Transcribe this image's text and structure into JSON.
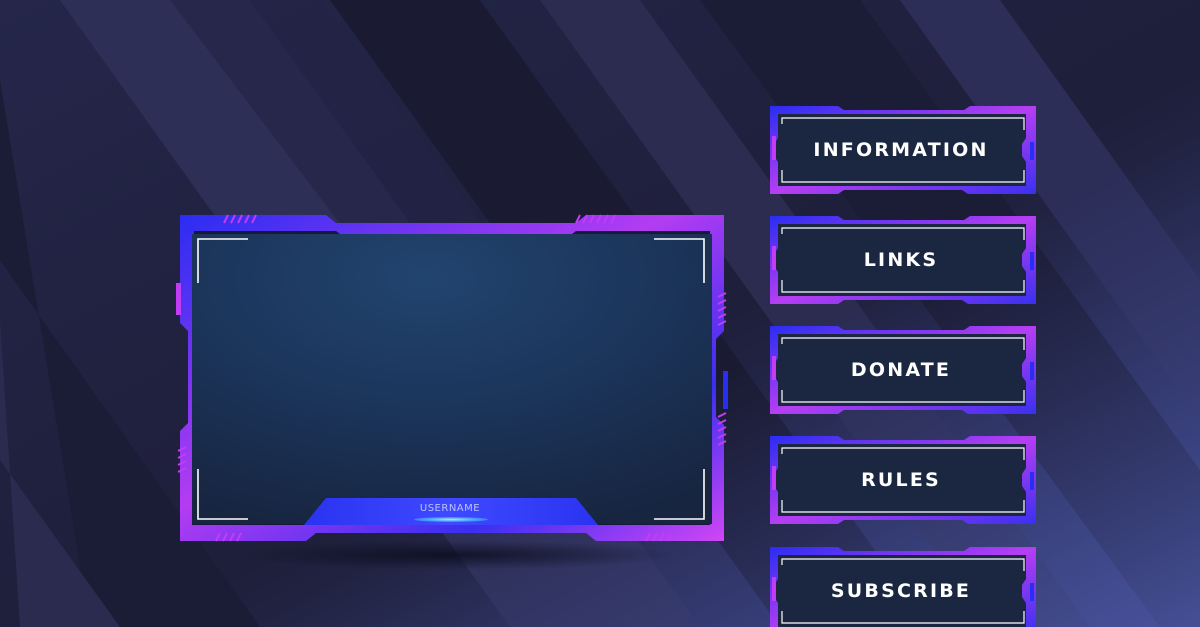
{
  "overlay": {
    "username_label": "USERNAME"
  },
  "panels": [
    {
      "label": "INFORMATION"
    },
    {
      "label": "LINKS"
    },
    {
      "label": "DONATE"
    },
    {
      "label": "RULES"
    },
    {
      "label": "SUBSCRIBE"
    }
  ],
  "colors": {
    "background": "#20213d",
    "frame_blue": "#2a2bf0",
    "frame_magenta": "#c23cf5",
    "panel_fill": "#1b2740",
    "screen_fill": "#1e3a64",
    "text": "#ffffff"
  }
}
